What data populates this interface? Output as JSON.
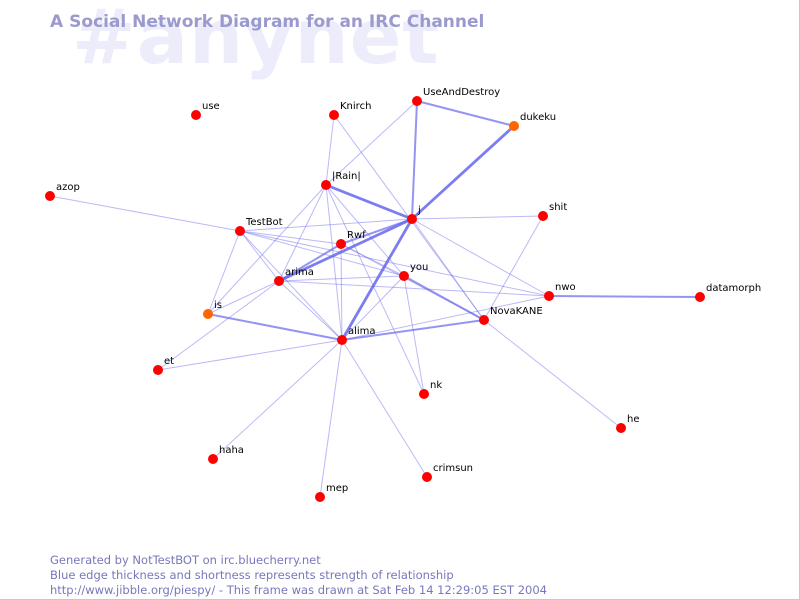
{
  "diagram": {
    "watermark": "#anynet",
    "title": "A Social Network Diagram for an IRC Channel",
    "footer": [
      "Generated by NotTestBOT on irc.bluecherry.net",
      "Blue edge thickness and shortness represents strength of relationship",
      "http://www.jibble.org/piespy/ - This frame was drawn at Sat Feb 14 12:29:05 EST 2004"
    ],
    "colors": {
      "node": "#ff0000",
      "node_highlight": "#ff6600",
      "edge": "#6666ee",
      "title": "#9a9acf",
      "footer": "#7777bb",
      "watermark": "#ececfa"
    },
    "nodes": [
      {
        "id": "use",
        "label": "use"
      },
      {
        "id": "Knirch",
        "label": "Knirch"
      },
      {
        "id": "UseAndDestroy",
        "label": "UseAndDestroy"
      },
      {
        "id": "dukeku",
        "label": "dukeku",
        "highlight": true
      },
      {
        "id": "azop",
        "label": "azop"
      },
      {
        "id": "Rain",
        "label": "|Rain|"
      },
      {
        "id": "j",
        "label": "j"
      },
      {
        "id": "shit",
        "label": "shit"
      },
      {
        "id": "TestBot",
        "label": "TestBot"
      },
      {
        "id": "Rwf",
        "label": "Rwf"
      },
      {
        "id": "arima",
        "label": "arima"
      },
      {
        "id": "you",
        "label": "you"
      },
      {
        "id": "nwo",
        "label": "nwo"
      },
      {
        "id": "datamorph",
        "label": "datamorph"
      },
      {
        "id": "is",
        "label": "is",
        "highlight": true
      },
      {
        "id": "NovaKANE",
        "label": "NovaKANE"
      },
      {
        "id": "alima",
        "label": "alima"
      },
      {
        "id": "et",
        "label": "et"
      },
      {
        "id": "nk",
        "label": "nk"
      },
      {
        "id": "he",
        "label": "he"
      },
      {
        "id": "haha",
        "label": "haha"
      },
      {
        "id": "crimsun",
        "label": "crimsun"
      },
      {
        "id": "mep",
        "label": "mep"
      }
    ],
    "edges": [
      {
        "source": "UseAndDestroy",
        "target": "dukeku",
        "weight": 2
      },
      {
        "source": "UseAndDestroy",
        "target": "j",
        "weight": 2
      },
      {
        "source": "UseAndDestroy",
        "target": "Rain",
        "weight": 1
      },
      {
        "source": "dukeku",
        "target": "j",
        "weight": 3
      },
      {
        "source": "Knirch",
        "target": "NovaKANE",
        "weight": 1
      },
      {
        "source": "Knirch",
        "target": "Rain",
        "weight": 1
      },
      {
        "source": "azop",
        "target": "TestBot",
        "weight": 1
      },
      {
        "source": "Rain",
        "target": "j",
        "weight": 3
      },
      {
        "source": "Rain",
        "target": "arima",
        "weight": 1
      },
      {
        "source": "Rain",
        "target": "alima",
        "weight": 1
      },
      {
        "source": "Rain",
        "target": "you",
        "weight": 1
      },
      {
        "source": "Rain",
        "target": "is",
        "weight": 1
      },
      {
        "source": "Rain",
        "target": "nk",
        "weight": 1
      },
      {
        "source": "j",
        "target": "alima",
        "weight": 3
      },
      {
        "source": "j",
        "target": "arima",
        "weight": 3
      },
      {
        "source": "j",
        "target": "Rwf",
        "weight": 2
      },
      {
        "source": "j",
        "target": "TestBot",
        "weight": 1
      },
      {
        "source": "j",
        "target": "NovaKANE",
        "weight": 1
      },
      {
        "source": "j",
        "target": "nwo",
        "weight": 1
      },
      {
        "source": "j",
        "target": "shit",
        "weight": 1
      },
      {
        "source": "shit",
        "target": "NovaKANE",
        "weight": 1
      },
      {
        "source": "TestBot",
        "target": "Rwf",
        "weight": 1
      },
      {
        "source": "TestBot",
        "target": "arima",
        "weight": 1
      },
      {
        "source": "TestBot",
        "target": "you",
        "weight": 1
      },
      {
        "source": "TestBot",
        "target": "alima",
        "weight": 1
      },
      {
        "source": "TestBot",
        "target": "is",
        "weight": 1
      },
      {
        "source": "TestBot",
        "target": "nwo",
        "weight": 1
      },
      {
        "source": "Rwf",
        "target": "arima",
        "weight": 2
      },
      {
        "source": "Rwf",
        "target": "you",
        "weight": 1
      },
      {
        "source": "Rwf",
        "target": "alima",
        "weight": 1
      },
      {
        "source": "Rwf",
        "target": "NovaKANE",
        "weight": 1
      },
      {
        "source": "arima",
        "target": "you",
        "weight": 1
      },
      {
        "source": "arima",
        "target": "alima",
        "weight": 1
      },
      {
        "source": "arima",
        "target": "is",
        "weight": 1
      },
      {
        "source": "arima",
        "target": "nwo",
        "weight": 1
      },
      {
        "source": "you",
        "target": "alima",
        "weight": 1
      },
      {
        "source": "you",
        "target": "NovaKANE",
        "weight": 2
      },
      {
        "source": "you",
        "target": "nk",
        "weight": 1
      },
      {
        "source": "nwo",
        "target": "datamorph",
        "weight": 2
      },
      {
        "source": "nwo",
        "target": "alima",
        "weight": 1
      },
      {
        "source": "NovaKANE",
        "target": "alima",
        "weight": 2
      },
      {
        "source": "NovaKANE",
        "target": "he",
        "weight": 1
      },
      {
        "source": "is",
        "target": "alima",
        "weight": 2
      },
      {
        "source": "alima",
        "target": "et",
        "weight": 1
      },
      {
        "source": "alima",
        "target": "haha",
        "weight": 1
      },
      {
        "source": "alima",
        "target": "crimsun",
        "weight": 1
      },
      {
        "source": "alima",
        "target": "mep",
        "weight": 1
      },
      {
        "source": "arima",
        "target": "et",
        "weight": 1
      }
    ]
  }
}
